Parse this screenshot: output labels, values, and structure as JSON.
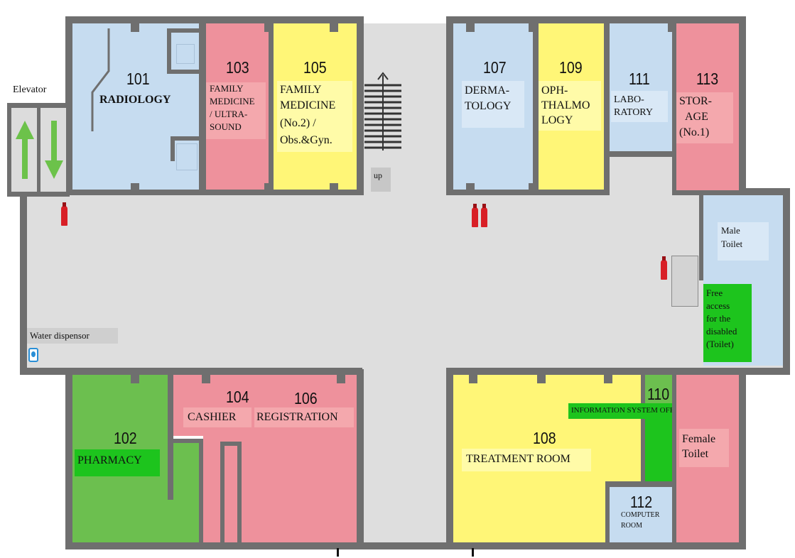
{
  "labels": {
    "elevator": "Elevator",
    "stairs_up": "up",
    "water": "Water dispensor"
  },
  "rooms": {
    "r101": {
      "number": "101",
      "name": "RADIOLOGY"
    },
    "r102": {
      "number": "102",
      "name": "PHARMACY"
    },
    "r103": {
      "number": "103",
      "lines": [
        "FAMILY",
        "MEDICINE",
        "/ ULTRA-",
        "SOUND"
      ]
    },
    "r104": {
      "number": "104",
      "name": "CASHIER"
    },
    "r105": {
      "number": "105",
      "lines": [
        "FAMILY",
        "MEDICINE",
        "(No.2) /",
        "Obs.&Gyn."
      ]
    },
    "r106": {
      "number": "106",
      "name": "REGISTRATION"
    },
    "r107": {
      "number": "107",
      "lines": [
        "DERMA-",
        "TOLOGY"
      ]
    },
    "r108": {
      "number": "108",
      "name": "TREATMENT ROOM"
    },
    "r109": {
      "number": "109",
      "lines": [
        "OPH-",
        "THALMO",
        "LOGY"
      ]
    },
    "r110": {
      "number": "110",
      "name": "INFORMATION SYSTEM OFFICE"
    },
    "r111": {
      "number": "111",
      "lines": [
        "LABO-",
        "RATORY"
      ]
    },
    "r112": {
      "number": "112",
      "lines": [
        "COMPUTER",
        "ROOM"
      ]
    },
    "r113": {
      "number": "113",
      "lines": [
        "STOR-",
        "AGE",
        "(No.1)"
      ]
    },
    "male_toilet": {
      "lines": [
        "Male",
        "Toilet"
      ]
    },
    "disabled_toilet": {
      "lines": [
        "Free",
        "access",
        "for the",
        "disabled",
        "(Toilet)"
      ]
    },
    "female_toilet": {
      "lines": [
        "Female",
        "Toilet"
      ]
    }
  },
  "colors": {
    "blue": "#c6dcf0",
    "pink": "#ee919c",
    "yellow": "#fff677",
    "green": "#6cbf4f",
    "bright_green": "#1dc41d",
    "corridor": "#dedede",
    "wall": "#6f6f6f"
  }
}
